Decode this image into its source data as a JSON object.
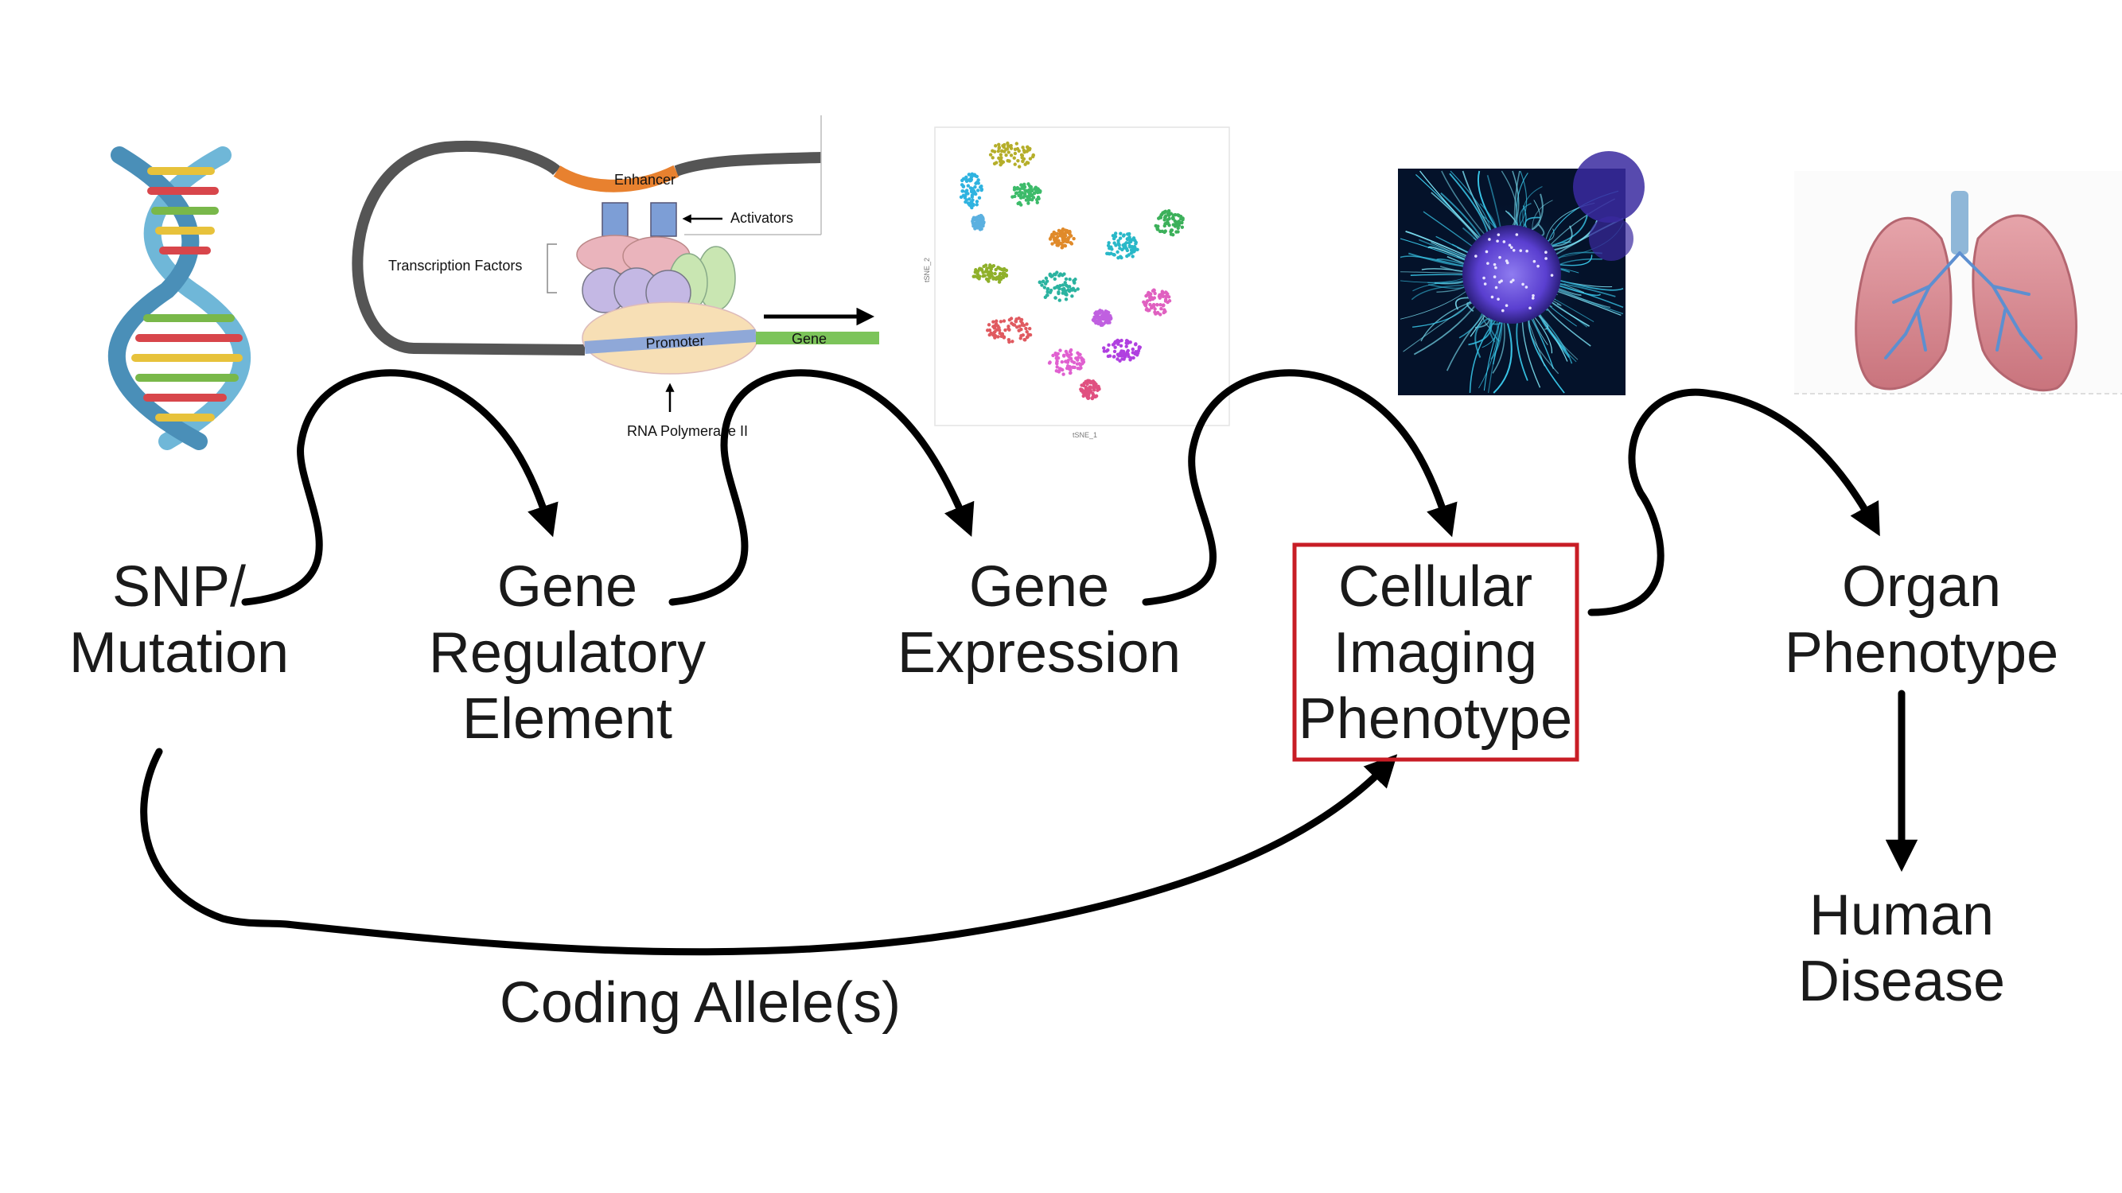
{
  "nodes": {
    "snp": {
      "line1": "SNP/",
      "line2": "Mutation"
    },
    "gre": {
      "line1": "Gene",
      "line2": "Regulatory",
      "line3": "Element"
    },
    "expr": {
      "line1": "Gene",
      "line2": "Expression"
    },
    "cell": {
      "line1": "Cellular",
      "line2": "Imaging",
      "line3": "Phenotype"
    },
    "organ": {
      "line1": "Organ",
      "line2": "Phenotype"
    },
    "disease": {
      "line1": "Human",
      "line2": "Disease"
    }
  },
  "edge_label": "Coding Allele(s)",
  "regulation_figure": {
    "enhancer": "Enhancer",
    "activators": "Activators",
    "transcription_factors": "Transcription Factors",
    "promoter": "Promoter",
    "gene": "Gene",
    "rna_polymerase": "RNA Polymerase II"
  },
  "tsne_figure": {
    "xlabel": "tSNE_1",
    "ylabel": "tSNE_2"
  },
  "colors": {
    "highlight_box": "#c81d25",
    "arrows": "#000000",
    "enhancer": "#e8812f",
    "promoter": "#8fa8d8",
    "gene": "#7cc45a",
    "cell_bg": "#04122a",
    "cell_fibers": "#38c6e8",
    "nucleus": "#6a4bd8",
    "lung": "#d98a92"
  }
}
